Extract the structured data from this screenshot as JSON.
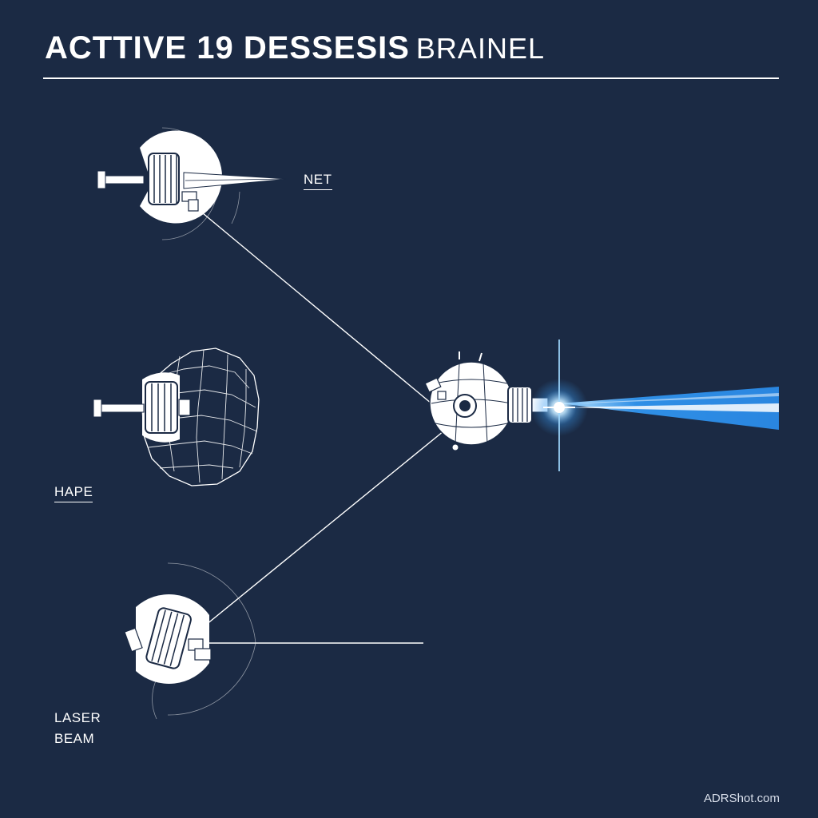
{
  "header": {
    "title": "ACTTIVE 19 DESSESIS",
    "title_suffix": "BRAINEL"
  },
  "labels": {
    "net": "NET",
    "hape": "HAPE",
    "laser_line1": "LASER",
    "laser_line2": "BEAM"
  },
  "watermark": "ADRShot.com",
  "colors": {
    "background": "#1b2a44",
    "line": "#ffffff",
    "beam": "#2f8fe6",
    "glow": "#9fd8ff"
  },
  "icons": [
    "satellite-harpoon-icon",
    "satellite-net-icon",
    "satellite-laser-icon",
    "target-satellite-icon",
    "laser-beam-icon"
  ]
}
